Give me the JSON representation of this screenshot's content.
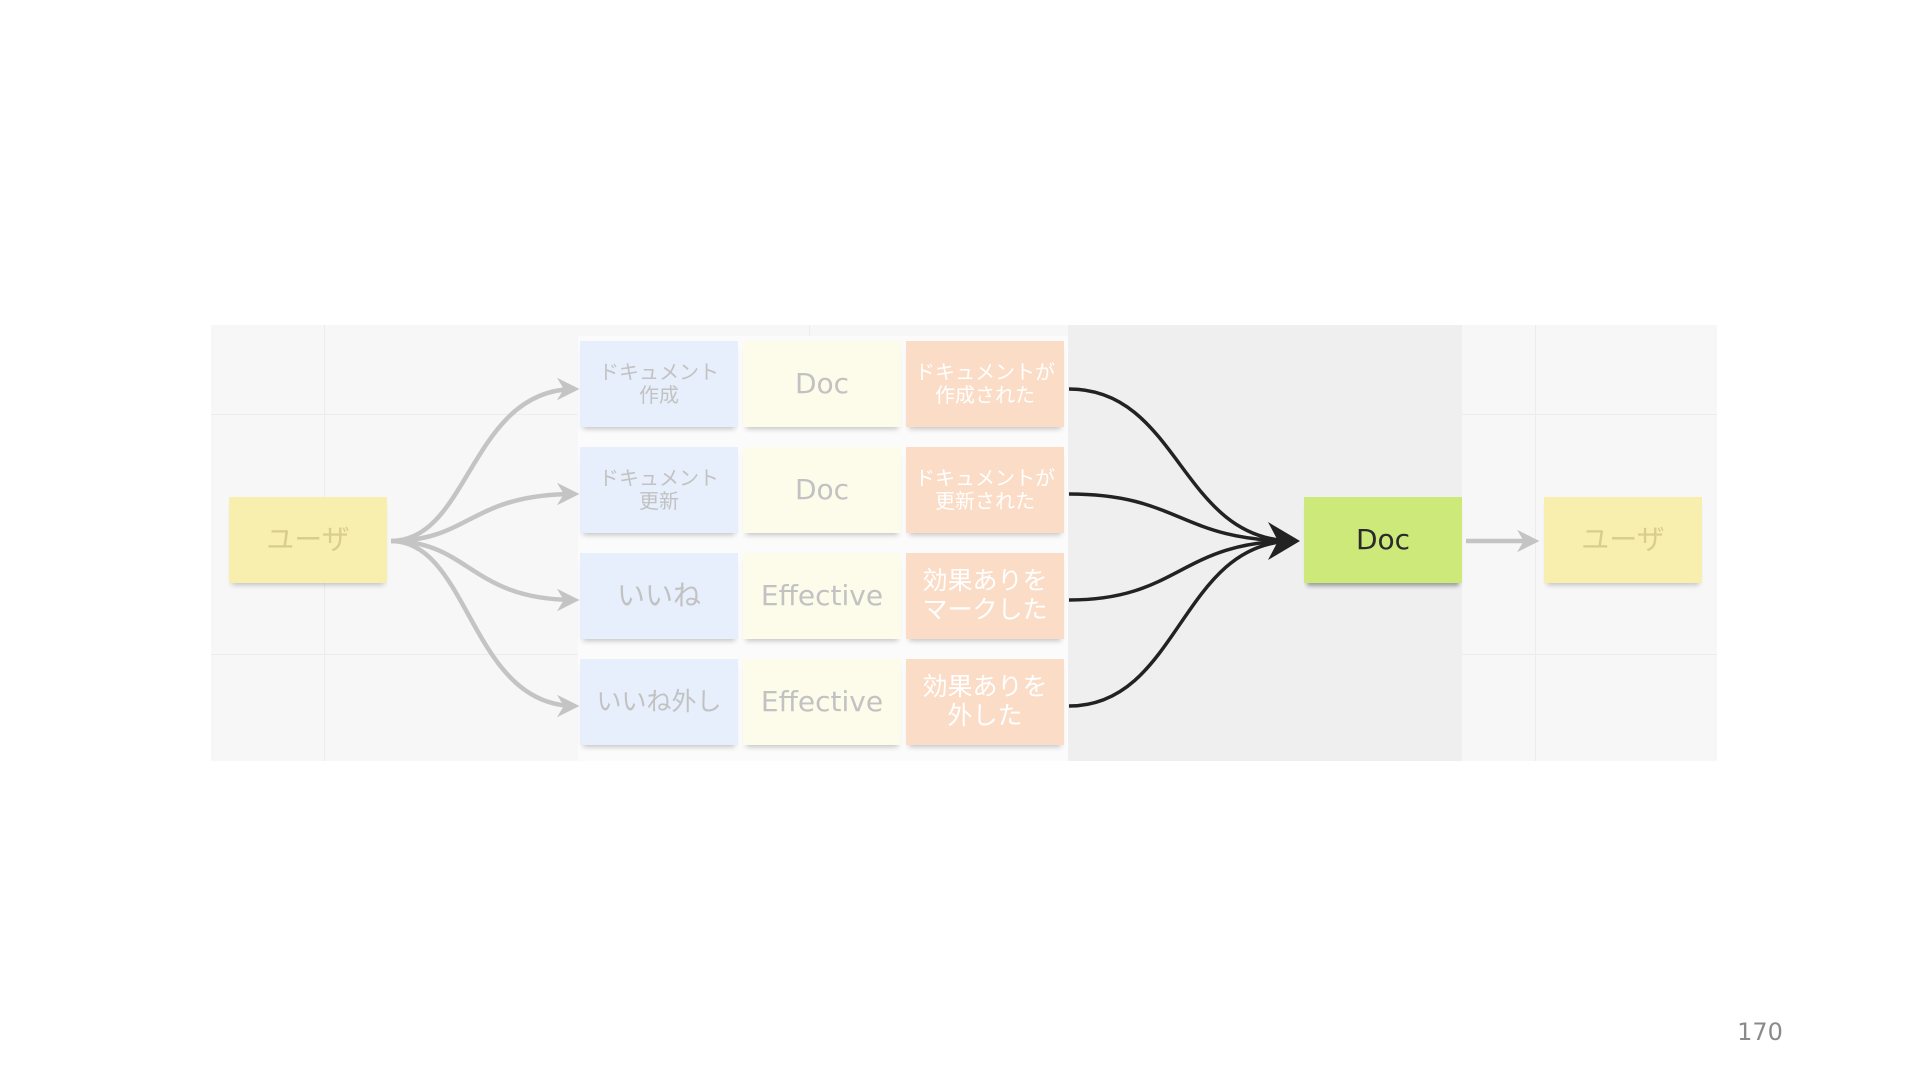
{
  "slide": {
    "page_number": "170"
  },
  "left_actor": "ユーザ",
  "rows": [
    {
      "command": "ドキュメント\n作成",
      "aggregate": "Doc",
      "event": "ドキュメントが\n作成された"
    },
    {
      "command": "ドキュメント\n更新",
      "aggregate": "Doc",
      "event": "ドキュメントが\n更新された"
    },
    {
      "command": "いいね",
      "aggregate": "Effective",
      "event": "効果ありを\nマークした"
    },
    {
      "command": "いいね外し",
      "aggregate": "Effective",
      "event": "効果ありを\n外した"
    }
  ],
  "read_model": "Doc",
  "right_actor": "ユーザ",
  "colors": {
    "command": "#e6effb",
    "aggregate": "#fdfbea",
    "event": "#fbdcc6",
    "actor": "#f8eeae",
    "read_model": "#cde97a",
    "faded_arrow": "#c4c4c4",
    "highlight_arrow": "#222222"
  }
}
